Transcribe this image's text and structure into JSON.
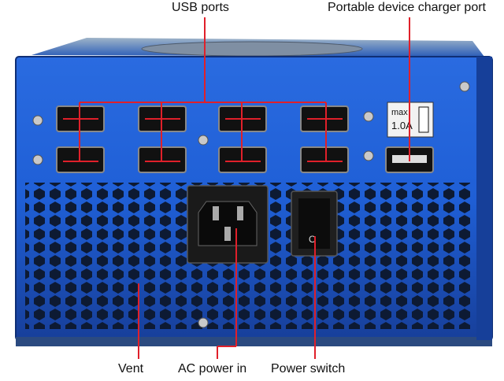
{
  "labels": {
    "usb_ports": "USB ports",
    "charger_port": "Portable device charger port",
    "vent": "Vent",
    "ac_power_in": "AC power in",
    "power_switch": "Power switch"
  },
  "charger_rating": {
    "line1": "max",
    "line2": "1.0A"
  },
  "switch_symbol": "O",
  "colors": {
    "body": "#1f5fd6",
    "body_dark": "#123a8c",
    "callout": "#e0202a",
    "panel_black": "#1a1a1a"
  }
}
